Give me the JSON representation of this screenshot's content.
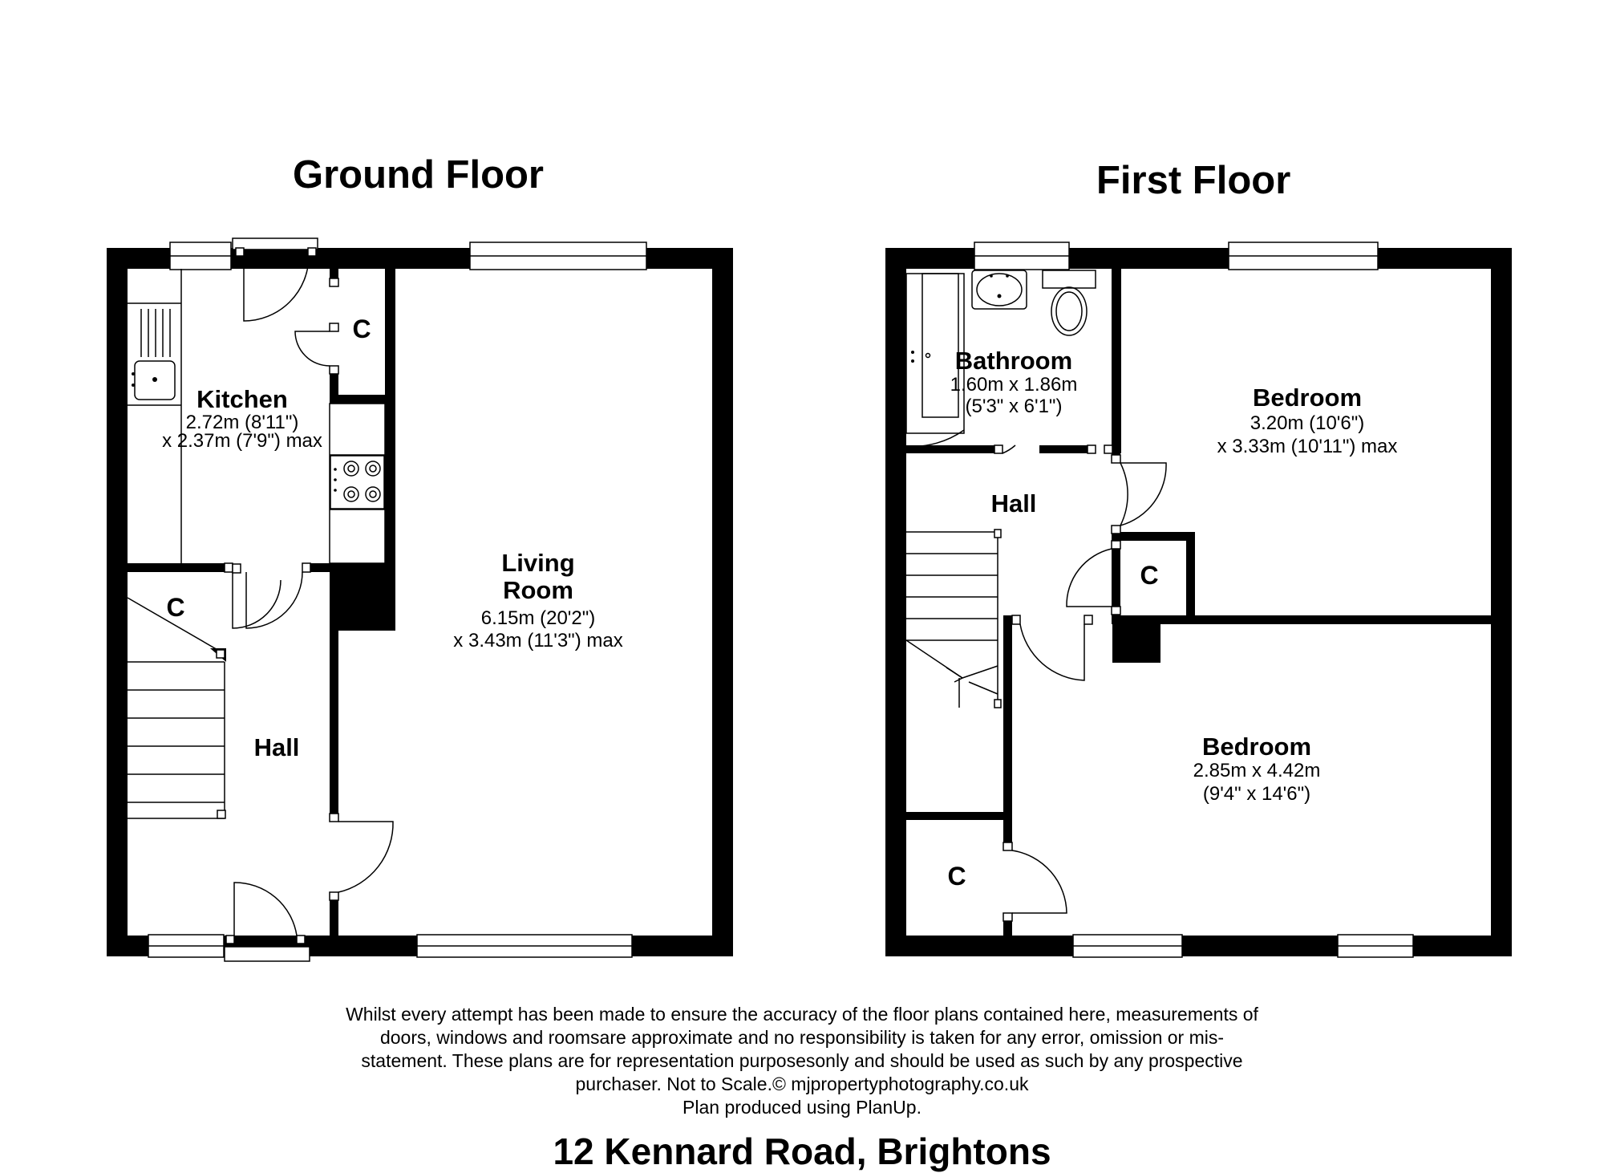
{
  "ground_floor": {
    "title": "Ground Floor",
    "kitchen": {
      "name": "Kitchen",
      "dim1": "2.72m (8'11\")",
      "dim2": "x 2.37m (7'9\") max"
    },
    "living_room": {
      "name_line1": "Living",
      "name_line2": "Room",
      "dim1": "6.15m (20'2\")",
      "dim2": "x 3.43m (11'3\") max"
    },
    "hall": {
      "name": "Hall"
    },
    "closets": [
      "C",
      "C"
    ]
  },
  "first_floor": {
    "title": "First Floor",
    "bathroom": {
      "name": "Bathroom",
      "dim1": "1.60m x 1.86m",
      "dim2": "(5'3\" x 6'1\")"
    },
    "bedroom_1": {
      "name": "Bedroom",
      "dim1": "3.20m (10'6\")",
      "dim2": "x 3.33m (10'11\") max"
    },
    "hall": {
      "name": "Hall"
    },
    "bedroom_2": {
      "name": "Bedroom",
      "dim1": "2.85m x 4.42m",
      "dim2": "(9'4\" x 14'6\")"
    },
    "closets": [
      "C",
      "C"
    ]
  },
  "disclaimer_lines": [
    "Whilst every attempt has been made to ensure the accuracy of the floor plans contained here, measurements of",
    "doors, windows and roomsare approximate and no responsibility is taken for any error, omission or mis-",
    "statement. These plans are for representation purposesonly and should be used as such by any prospective",
    "purchaser. Not to Scale.© mjpropertyphotography.co.uk",
    "Plan produced using PlanUp."
  ],
  "address": "12 Kennard Road, Brightons"
}
